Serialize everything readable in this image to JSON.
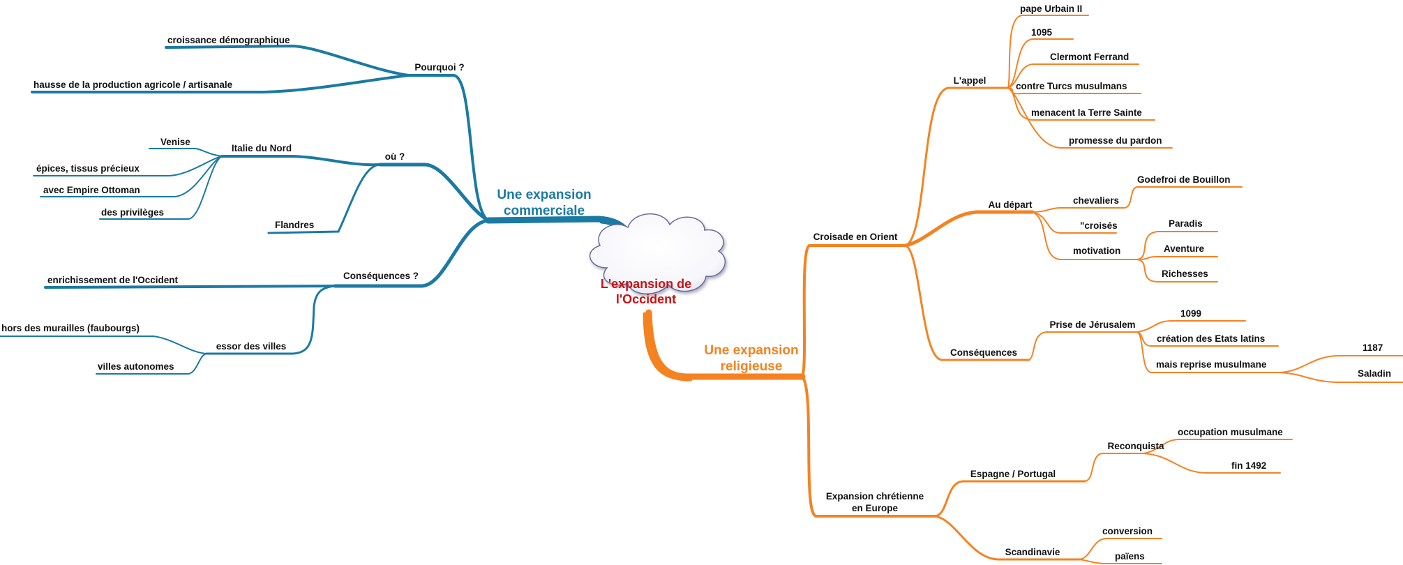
{
  "central": {
    "line1": "L'expansion de",
    "line2": "l'Occident"
  },
  "colors": {
    "commercial": "#1a7aa3",
    "religious": "#f58220",
    "center_text": "#cc1111"
  },
  "commercial": {
    "title1": "Une expansion",
    "title2": "commerciale",
    "pourquoi": {
      "label": "Pourquoi ?",
      "items": [
        "croissance démographique",
        "hausse de la production agricole / artisanale"
      ]
    },
    "ou": {
      "label": "où ?",
      "italie": {
        "label": "Italie du Nord",
        "items": [
          "Venise",
          "épices, tissus précieux",
          "avec Empire Ottoman",
          "des privilèges"
        ]
      },
      "flandres": "Flandres"
    },
    "consequences": {
      "label": "Conséquences ?",
      "enrichissement": "enrichissement de l'Occident",
      "villes": {
        "label": "essor des villes",
        "items": [
          "hors des murailles (faubourgs)",
          "villes autonomes"
        ]
      }
    }
  },
  "religious": {
    "title1": "Une expansion",
    "title2": "religieuse",
    "croisade": {
      "label": "Croisade en Orient",
      "appel": {
        "label": "L'appel",
        "items": [
          "pape Urbain II",
          "1095",
          "Clermont Ferrand",
          "contre Turcs musulmans",
          "menacent la Terre Sainte",
          "promesse du pardon"
        ]
      },
      "depart": {
        "label": "Au départ",
        "chevaliers": {
          "label": "chevaliers",
          "items": [
            "Godefroi de Bouillon"
          ]
        },
        "croises": "\"croisés",
        "motivation": {
          "label": "motivation",
          "items": [
            "Paradis",
            "Aventure",
            "Richesses"
          ]
        }
      },
      "consequences": {
        "label": "Conséquences",
        "prise": {
          "label": "Prise de Jérusalem",
          "items": [
            "1099",
            "création des Etats latins"
          ],
          "reprise": {
            "label": "mais reprise musulmane",
            "items": [
              "1187",
              "Saladin"
            ]
          }
        }
      }
    },
    "europe": {
      "label1": "Expansion chrétienne",
      "label2": "en Europe",
      "espagne": {
        "label": "Espagne / Portugal",
        "reconquista": {
          "label": "Reconquista",
          "items": [
            "occupation musulmane",
            "fin 1492"
          ]
        }
      },
      "scandinavie": {
        "label": "Scandinavie",
        "items": [
          "conversion",
          "païens"
        ]
      }
    }
  }
}
